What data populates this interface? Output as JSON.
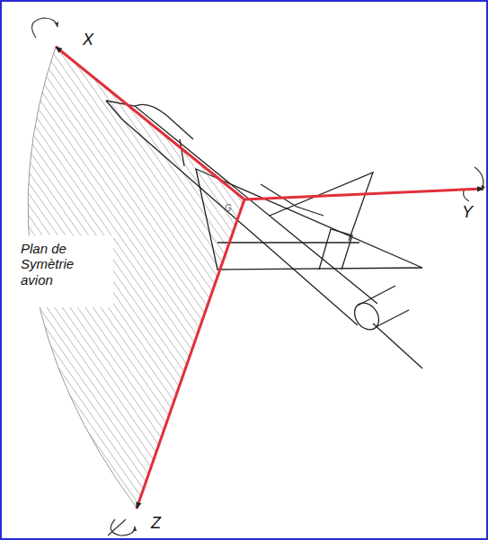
{
  "diagram": {
    "labels": [
      "X",
      "Y",
      "Z",
      "G",
      "Plan de Symètrie avion"
    ]
  }
}
